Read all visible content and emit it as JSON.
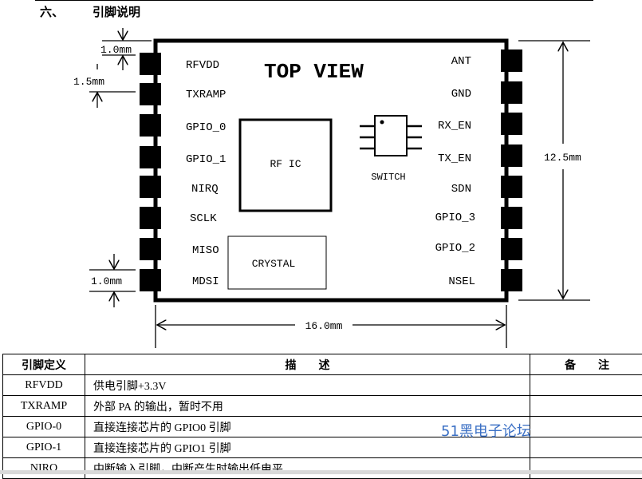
{
  "section": {
    "number": "六、",
    "title": "引脚说明"
  },
  "diagram": {
    "top_view": "TOP VIEW",
    "rf_ic": "RF IC",
    "switch": "SWITCH",
    "crystal": "CRYSTAL",
    "left_pins": [
      "RFVDD",
      "TXRAMP",
      "GPIO_0",
      "GPIO_1",
      "NIRQ",
      "SCLK",
      "MISO",
      "MDSI"
    ],
    "right_pins": [
      "ANT",
      "GND",
      "RX_EN",
      "TX_EN",
      "SDN",
      "GPIO_3",
      "GPIO_2",
      "NSEL"
    ],
    "dim_pad": "1.0mm",
    "dim_pitch": "1.5mm",
    "dim_pad_bottom": "1.0mm",
    "dim_height": "12.5mm",
    "dim_width": "16.0mm"
  },
  "table": {
    "headers": [
      "引脚定义",
      "描　　述",
      "备　　注"
    ],
    "rows": [
      {
        "name": "RFVDD",
        "desc": "供电引脚+3.3V",
        "note": ""
      },
      {
        "name": "TXRAMP",
        "desc": "外部 PA 的输出，暂时不用",
        "note": ""
      },
      {
        "name": "GPIO-0",
        "desc": "直接连接芯片的 GPIO0 引脚",
        "note": ""
      },
      {
        "name": "GPIO-1",
        "desc": "直接连接芯片的 GPIO1 引脚",
        "note": ""
      },
      {
        "name": "NIRQ",
        "desc": "中断输入引脚，中断产生时输出低电平",
        "note": ""
      }
    ]
  },
  "watermark": "51黑电子论坛"
}
